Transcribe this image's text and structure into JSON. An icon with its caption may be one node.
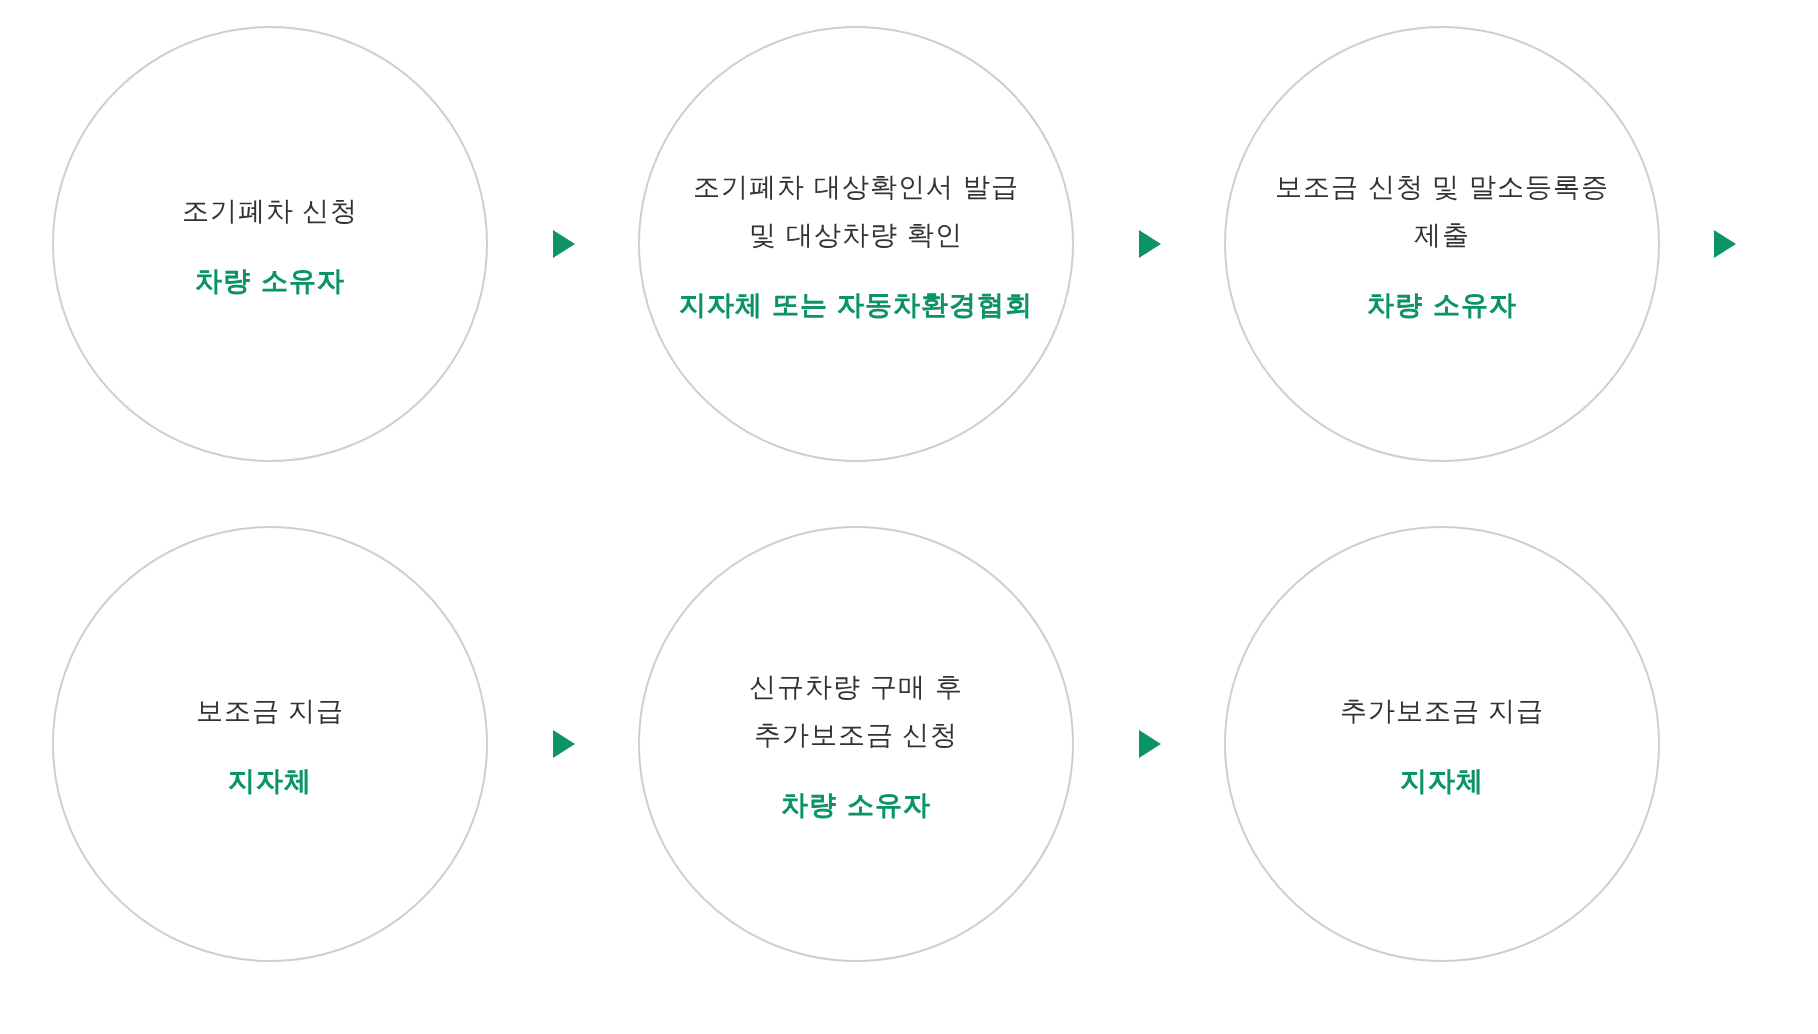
{
  "diagram": {
    "nodes": [
      {
        "text": [
          "조기폐차 신청",
          "차량 소유자"
        ]
      },
      {
        "text": [
          "조기폐차 대상확인서 발급 및 대상차량 확인",
          "지자체 또는 자동차환경협회"
        ]
      },
      {
        "text": [
          "보조금 신청 및 말소등록증 제출",
          "차량 소유자"
        ]
      },
      {
        "text": [
          "보조금 지급",
          "지자체"
        ]
      },
      {
        "text": [
          "신규차량 구매 후 추가보조금 신청",
          "차량 소유자"
        ]
      },
      {
        "text": [
          "추가보조금 지급",
          "지자체"
        ]
      }
    ],
    "edges": [
      {
        "from": 0,
        "to": 1,
        "arrow": "to"
      },
      {
        "from": 1,
        "to": 2,
        "arrow": "to"
      },
      {
        "from": 2,
        "to": null,
        "arrow": "to"
      },
      {
        "from": 3,
        "to": 4,
        "arrow": "to"
      },
      {
        "from": 4,
        "to": 5,
        "arrow": "to"
      }
    ]
  }
}
